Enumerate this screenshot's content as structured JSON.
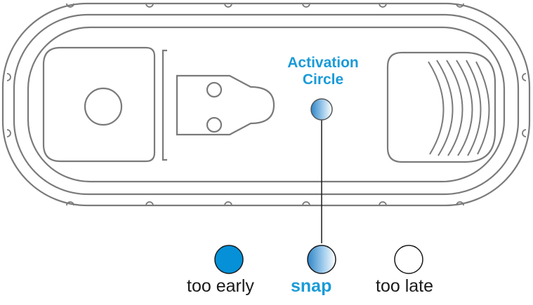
{
  "callout": {
    "line1": "Activation",
    "line2": "Circle"
  },
  "states": [
    {
      "label": "too early",
      "fill": "#0590d8"
    },
    {
      "label": "snap",
      "fill": "gradient"
    },
    {
      "label": "too late",
      "fill": "#ffffff"
    }
  ],
  "colors": {
    "accent": "#1a9bd7",
    "outline": "#7a7a7a",
    "text": "#1a1a1a"
  }
}
